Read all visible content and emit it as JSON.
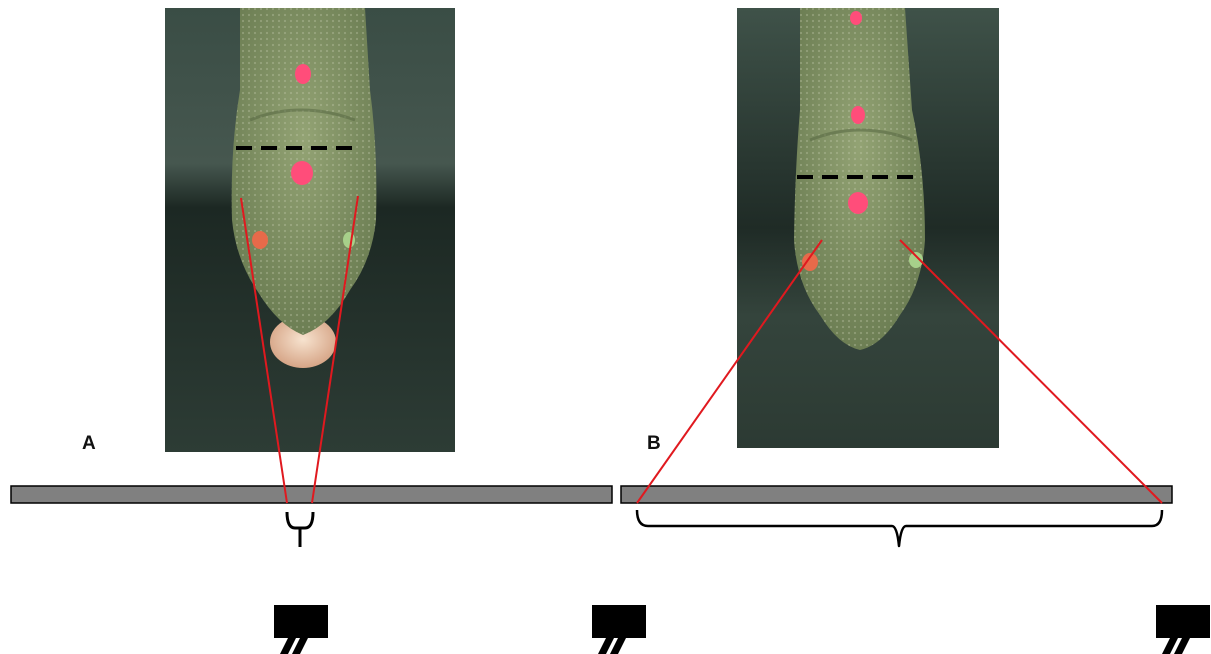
{
  "panels": [
    {
      "label": "A",
      "photo": "chameleon-head-top-view",
      "eye_rays": "converging",
      "target": "narrow"
    },
    {
      "label": "B",
      "photo": "chameleon-head-top-view",
      "eye_rays": "diverging",
      "target": "wide"
    }
  ],
  "colors": {
    "bar_fill": "#808080",
    "bar_stroke": "#000000",
    "ray": "#e0191f",
    "dashed_line": "#000000",
    "photo_background": "#2a3a33",
    "skin": "#7d8f5f",
    "marker": "#ff4d7a"
  },
  "icons": [
    "camera-icon",
    "camera-icon",
    "camera-icon"
  ]
}
